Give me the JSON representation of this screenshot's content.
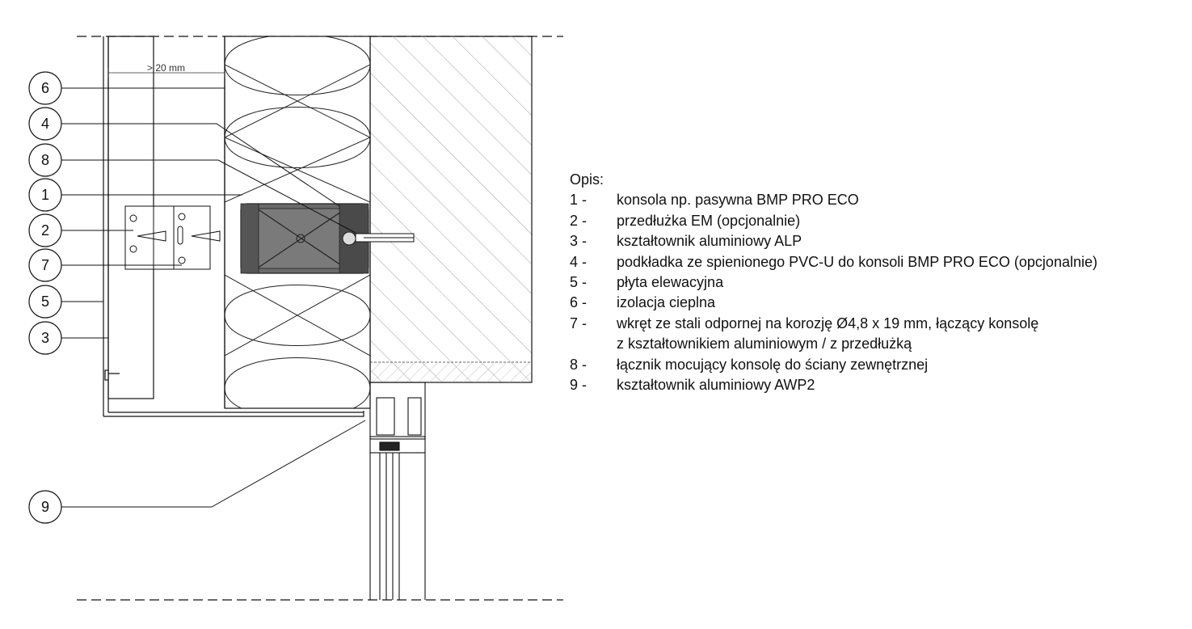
{
  "dimension_label": "> 20 mm",
  "callouts": [
    {
      "id": "6"
    },
    {
      "id": "4"
    },
    {
      "id": "8"
    },
    {
      "id": "1"
    },
    {
      "id": "2"
    },
    {
      "id": "7"
    },
    {
      "id": "5"
    },
    {
      "id": "3"
    },
    {
      "id": "9"
    }
  ],
  "legend": {
    "title": "Opis:",
    "items": [
      {
        "num": "1   -",
        "text": "konsola np. pasywna BMP PRO ECO"
      },
      {
        "num": "2   -",
        "text": "przedłużka EM (opcjonalnie)"
      },
      {
        "num": "3   -",
        "text": "kształtownik aluminiowy ALP"
      },
      {
        "num": "4 -",
        "text": "podkładka ze spienionego PVC-U do konsoli BMP PRO ECO (opcjonalnie)"
      },
      {
        "num": "5   -",
        "text": "płyta elewacyjna"
      },
      {
        "num": "6   -",
        "text": "izolacja cieplna"
      },
      {
        "num": "7   -",
        "text": "wkręt ze stali odpornej na korozję Ø4,8 x 19 mm, łączący konsolę",
        "cont": "z kształtownikiem aluminiowym / z przedłużką"
      },
      {
        "num": "8   -",
        "text": "łącznik mocujący konsolę do ściany zewnętrznej"
      },
      {
        "num": "9   -",
        "text": "kształtownik aluminiowy AWP2"
      }
    ]
  },
  "colors": {
    "line": "#111111",
    "bracket": "#595959",
    "bracket_dark": "#3a3a3a",
    "hatch": "#9a9a9a"
  }
}
